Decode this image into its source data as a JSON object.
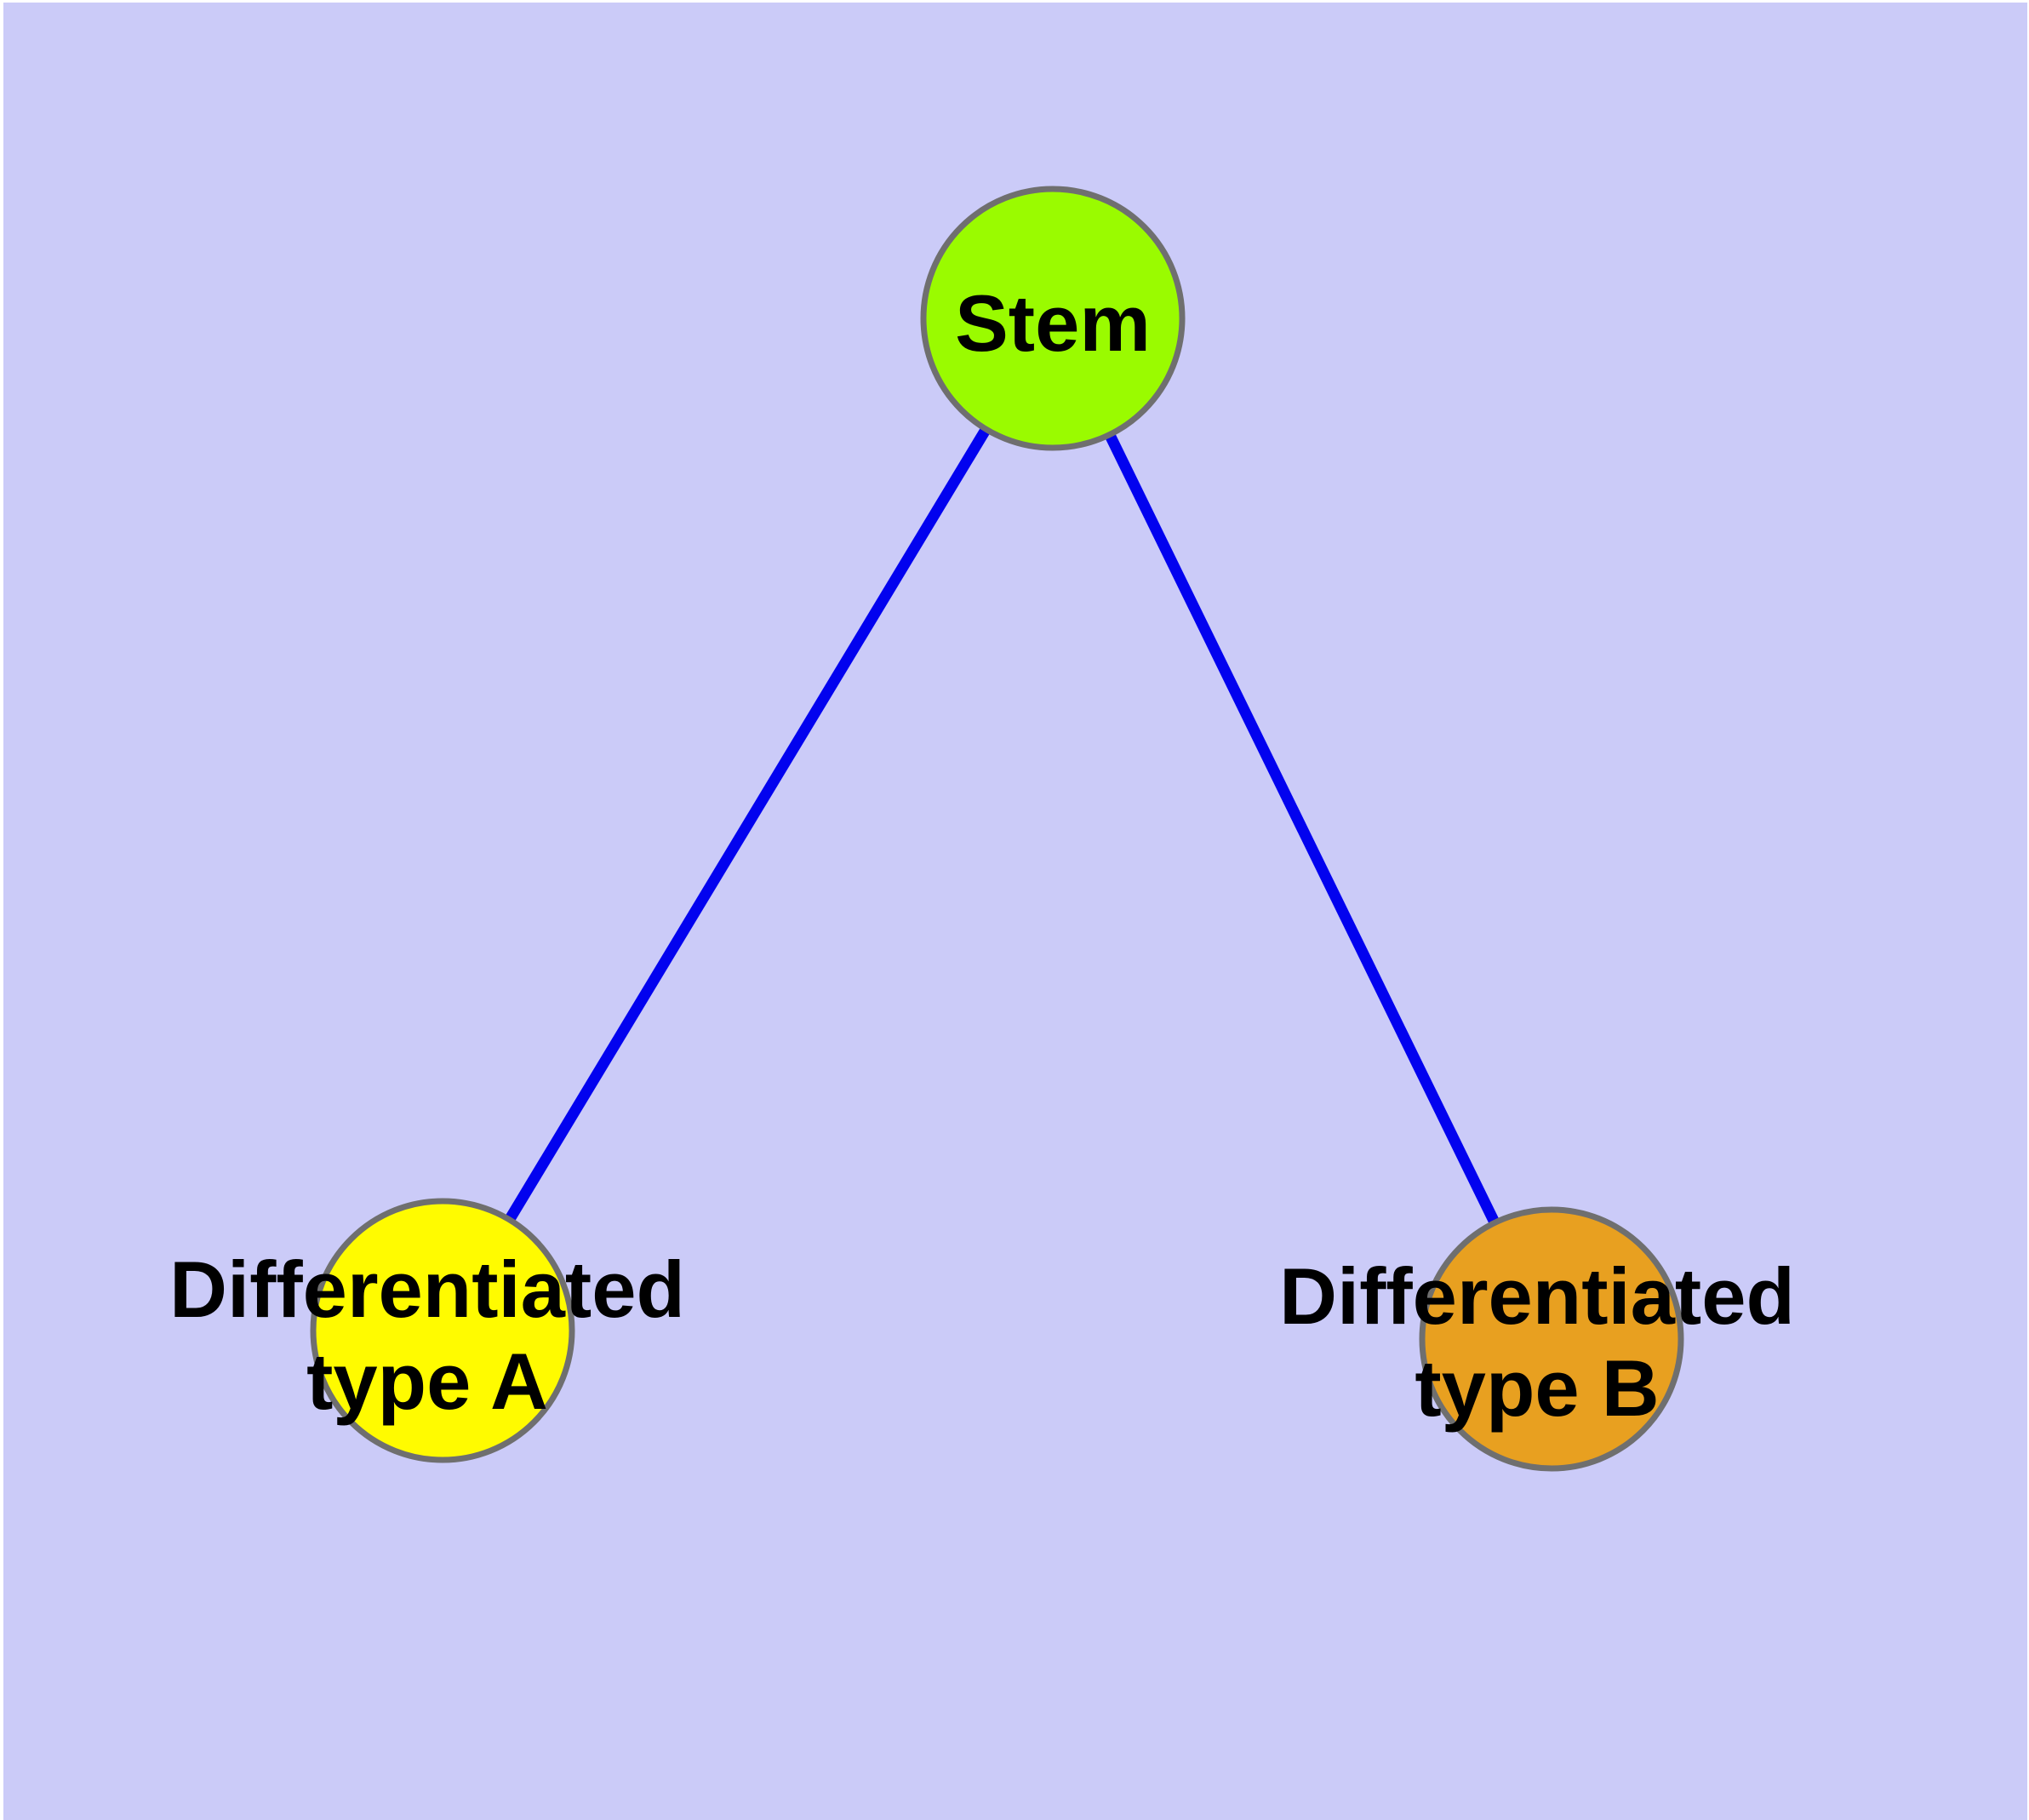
{
  "figure": {
    "type": "graph-diagram",
    "frame_color": "#ffffff",
    "background_color": "#cbcbf8",
    "text_color": "#000000",
    "node_border_color": "#6f6f6f"
  },
  "graph": {
    "nodes": [
      {
        "id": "stem",
        "label": "Stem",
        "label_line1": "Stem",
        "label_line2": "",
        "fill": "#9afb00"
      },
      {
        "id": "type-a",
        "label": "Differentiated type A",
        "label_line1": "Differentiated",
        "label_line2": "type A",
        "fill": "#fffb00"
      },
      {
        "id": "type-b",
        "label": "Differentiated type B",
        "label_line1": "Differentiated",
        "label_line2": "type B",
        "fill": "#e8a020"
      }
    ],
    "edges": [
      {
        "from": "stem",
        "to": "type-a",
        "color": "#0202ef"
      },
      {
        "from": "stem",
        "to": "type-b",
        "color": "#0202ef"
      }
    ]
  }
}
